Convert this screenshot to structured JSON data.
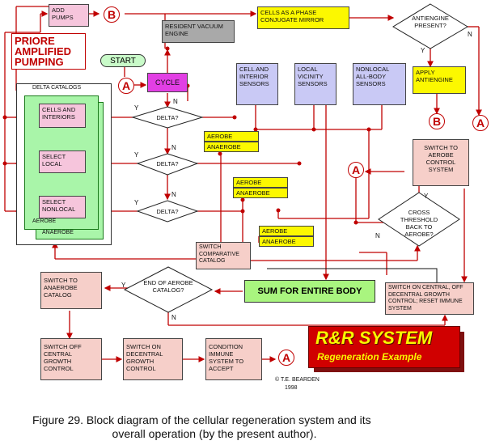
{
  "boxes": {
    "add_pumps": "ADD PUMPS",
    "cells_phase_conjugate": "CELLS AS A PHASE CONJUGATE MIRROR",
    "resident_vacuum": "RESIDENT VACUUM ENGINE",
    "antiengine_present": "ANTIENGINE PRESENT?",
    "priore_pumping": "PRIORE AMPLIFIED PUMPING",
    "start": "START",
    "cycle": "CYCLE",
    "cell_sensors": "CELL AND INTERIOR SENSORS",
    "local_sensors": "LOCAL VICINITY SENSORS",
    "nonlocal_sensors": "NONLOCAL ALL-BODY SENSORS",
    "apply_antiengine": "APPLY ANTIENGINE",
    "delta_catalogs": "DELTA CATALOGS",
    "cells_interiors": "CELLS AND INTERIORS",
    "select_local": "SELECT LOCAL",
    "select_nonlocal": "SELECT NONLOCAL",
    "aerobe": "AEROBE",
    "anaerobe": "ANAEROBE",
    "delta": "DELTA?",
    "switch_aerobe": "SWITCH TO AEROBE CONTROL SYSTEM",
    "cross_threshold": "CROSS THRESHOLD BACK TO AEROBE?",
    "switch_comparative": "SWITCH COMPARATIVE CATALOG",
    "sum_entire_body": "SUM FOR ENTIRE BODY",
    "switch_anaerobe": "SWITCH TO ANAEROBE CATALOG",
    "end_of_catalog": "END OF AEROBE CATALOG?",
    "switch_central": "SWITCH ON CENTRAL, OFF DECENTRAL GROWTH CONTROL; RESET IMMUNE SYSTEM",
    "switch_off_central": "SWITCH OFF CENTRAL GROWTH CONTROL",
    "switch_on_decentral": "SWITCH ON DECENTRAL GROWTH CONTROL",
    "condition_immune": "CONDITION IMMUNE SYSTEM TO ACCEPT"
  },
  "connectors": {
    "a": "A",
    "b": "B"
  },
  "yes": "Y",
  "no": "N",
  "banner": {
    "title": "R&R SYSTEM",
    "subtitle": "Regeneration Example"
  },
  "credit": {
    "line1": "© T.E. BEARDEN",
    "line2": "1998"
  },
  "caption": {
    "line1": "Figure 29.  Block diagram of the cellular regeneration system and its",
    "line2": "overall operation (by the present author)."
  },
  "colors": {
    "line": "#c00000",
    "connector": "#c00000"
  }
}
